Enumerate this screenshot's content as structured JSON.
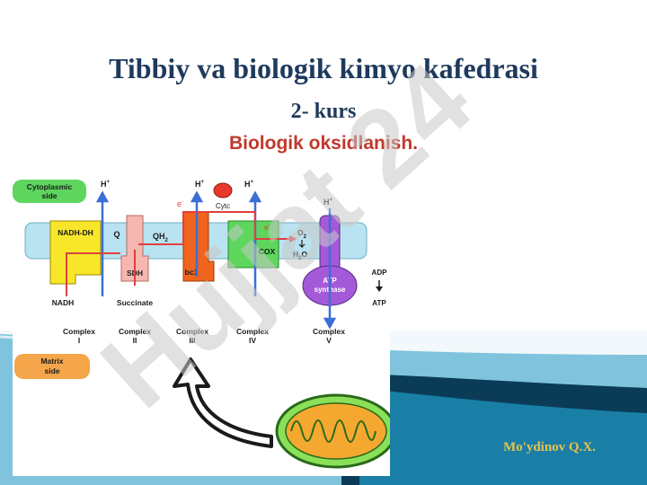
{
  "slide": {
    "title": "Tibbiy va biologik kimyo kafedrasi",
    "subtitle": "2- kurs",
    "topic": "Biologik oksidlanish.",
    "author": "Mo'ydinov Q.X."
  },
  "diagram": {
    "cytoplasmic_side": "Cytoplasmic side",
    "matrix_side": "Matrix side",
    "proton": "H",
    "proton_sup": "+",
    "electron": "e",
    "electron_sup": "-",
    "nadh_dh": "NADH-DH",
    "q": "Q",
    "qh2": "QH",
    "qh2_sub": "2",
    "sdh": "SDH",
    "bc1": "bc1",
    "cytc": "Cytc",
    "cox": "COX",
    "o2": "O",
    "o2_sub": "2",
    "h2o": "H",
    "h2o_sub": "2",
    "h2o_tail": "O",
    "atp_synthase_line1": "ATP",
    "atp_synthase_line2": "synthase",
    "adp": "ADP",
    "atp": "ATP",
    "nadh": "NADH",
    "succinate": "Succinate",
    "complexes": [
      {
        "name": "Complex",
        "num": "I"
      },
      {
        "name": "Complex",
        "num": "II"
      },
      {
        "name": "Complex",
        "num": "III"
      },
      {
        "name": "Complex",
        "num": "IV"
      },
      {
        "name": "Complex",
        "num": "V"
      }
    ],
    "colors": {
      "membrane": "#b9e3f0",
      "complex1": "#f7e62a",
      "complex2": "#f6b7b0",
      "complex3": "#f0641e",
      "complex4": "#5ed65e",
      "complex5": "#a45ad8",
      "proton_arrow": "#3b6fd8",
      "electron_path": "#e04040",
      "side_label": "#5ed65e",
      "matrix_label": "#f5a64a"
    }
  },
  "watermark": "Hujjat 24"
}
